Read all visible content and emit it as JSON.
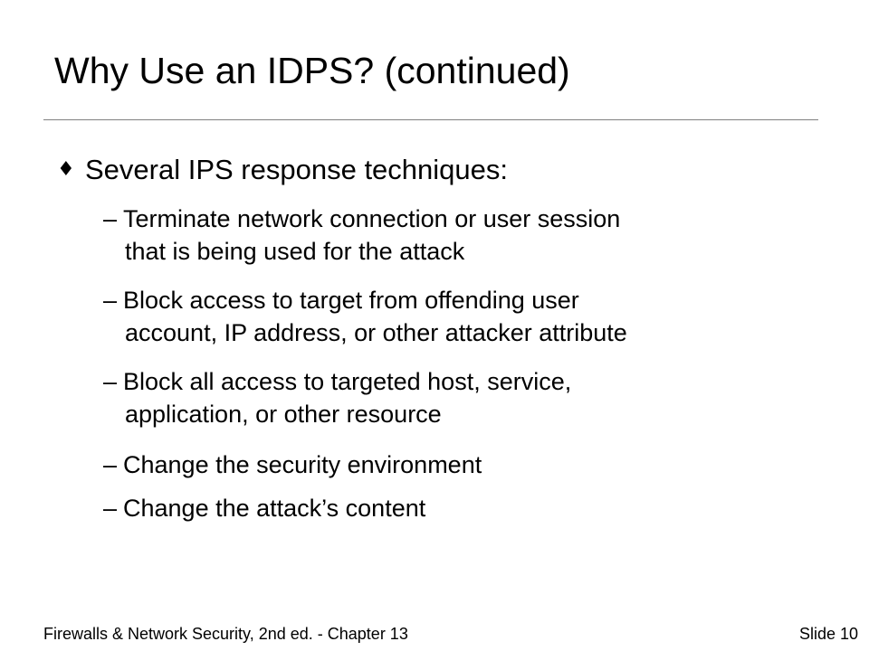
{
  "slide": {
    "title": "Why Use an IDPS? (continued)",
    "bullet": {
      "marker": "♦",
      "text": "Several IPS response techniques:"
    },
    "dash": "–",
    "sub_items": [
      {
        "line1": "Terminate network connection or user session",
        "line2": "that is being used for the attack"
      },
      {
        "line1": "Block access to target from offending user",
        "line2": "account, IP address, or other attacker attribute"
      },
      {
        "line1": "Block all access to targeted host, service,",
        "line2": "application, or other resource"
      },
      {
        "line1": "Change the security environment"
      },
      {
        "line1": "Change the attack’s content"
      }
    ],
    "footer": {
      "source": "Firewalls & Network Security, 2nd ed. - Chapter 13",
      "slide_number": "Slide 10"
    }
  }
}
